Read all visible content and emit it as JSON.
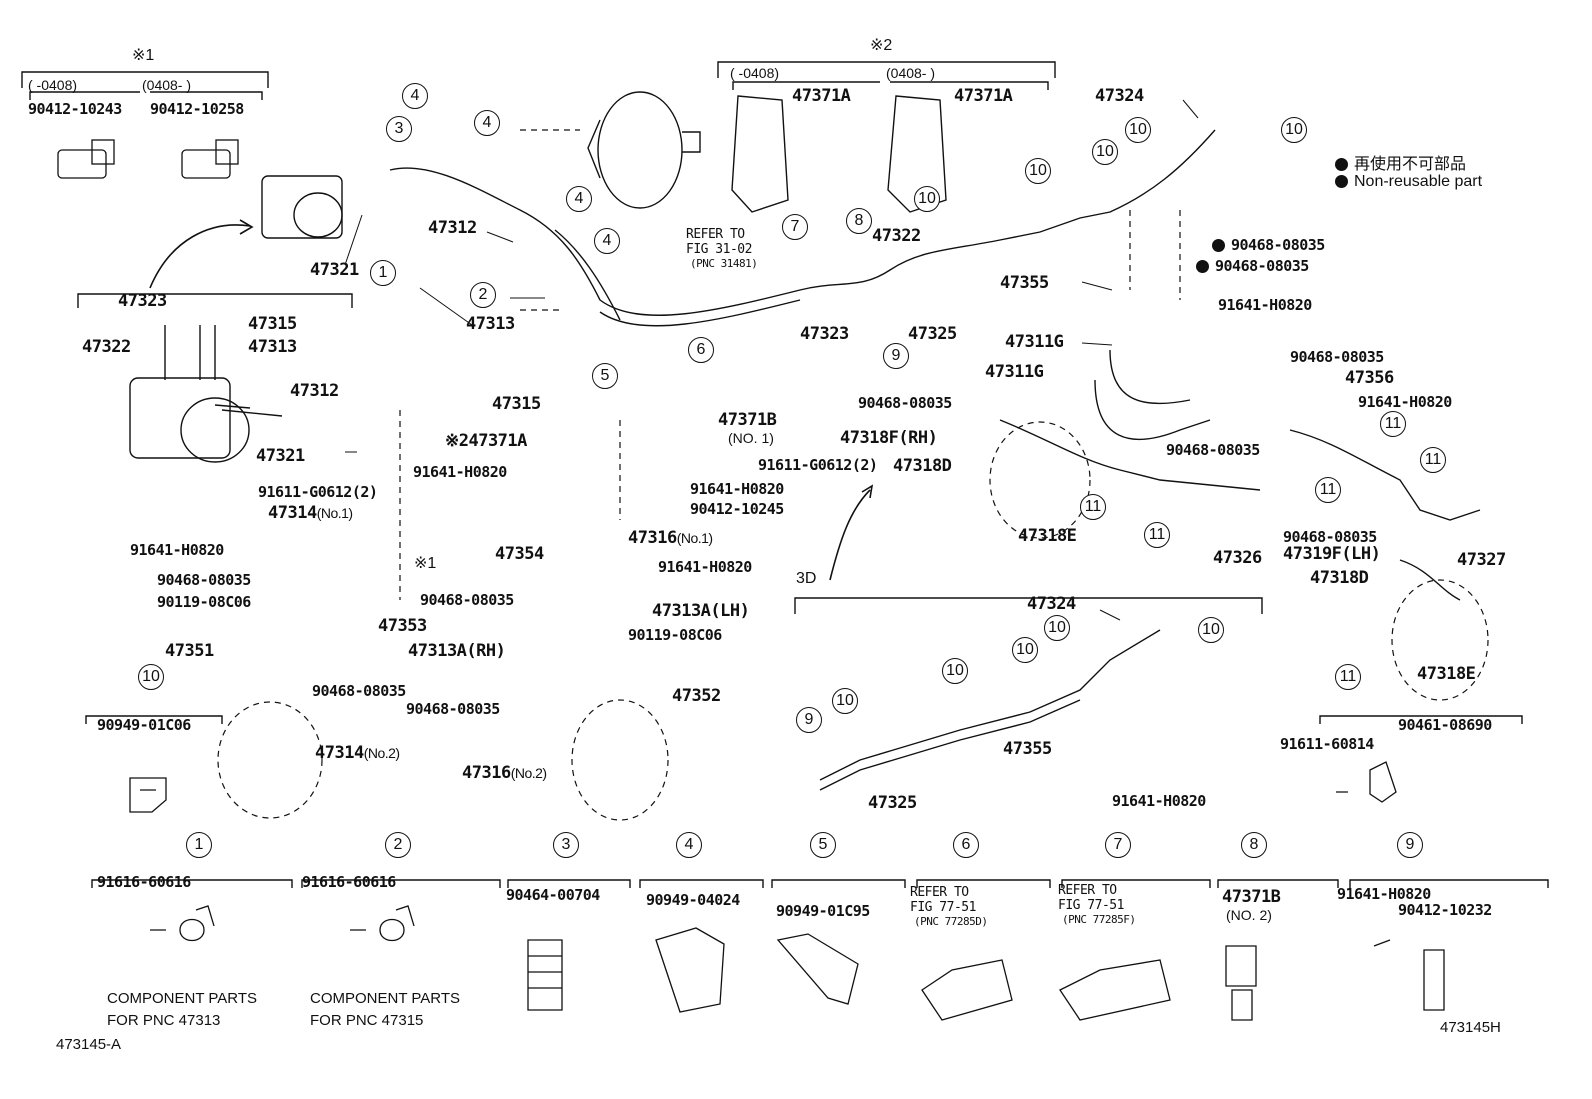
{
  "header": {
    "group1_mark": "※1",
    "group1_before": "(   -0408)",
    "group1_after": "(0408-    )",
    "group1_part_a": "90412-10243",
    "group1_part_b": "90412-10258",
    "group2_mark": "※2",
    "group2_before": "(   -0408)",
    "group2_after": "(0408-    )",
    "group2_part": "47371A"
  },
  "legend": {
    "jp": "再使用不可部品",
    "en": "Non-reusable part"
  },
  "refer": {
    "fig31_l1": "REFER TO",
    "fig31_l2": "FIG 31-02",
    "fig31_l3": "(PNC 31481)",
    "fig77a_l1": "REFER TO",
    "fig77a_l2": "FIG 77-51",
    "fig77a_l3": "(PNC 77285D)",
    "fig77b_l1": "REFER TO",
    "fig77b_l2": "FIG 77-51",
    "fig77b_l3": "(PNC 77285F)"
  },
  "labels": {
    "p47323_box": "47323",
    "p47315_box": "47315",
    "p47322_box": "47322",
    "p47313_box": "47313",
    "p47312_box": "47312",
    "p47321_box": "47321",
    "p47321": "47321",
    "p47312": "47312",
    "p47313": "47313",
    "p47315": "47315",
    "p47322": "47322",
    "p47323": "47323",
    "p47325": "47325",
    "p47324": "47324",
    "p47355": "47355",
    "p47311g_a": "47311G",
    "p47311g_b": "47311G",
    "p47356": "47356",
    "p47318f_rh": "47318F(RH)",
    "p47318d_a": "47318D",
    "p47318e_a": "47318E",
    "p47326": "47326",
    "p47319f_lh": "47319F(LH)",
    "p47327": "47327",
    "p47318d_b": "47318D",
    "p47318e_b": "47318E",
    "p47371a_x2": "※247371A",
    "p91641_a": "91641-H0820",
    "p91611_g_a": "91611-G0612(2)",
    "p47314_no1": "47314",
    "p47314_no1_suffix": "(No.1)",
    "x1_mark": "※1",
    "p91641_b": "91641-H0820",
    "p90468_a": "90468-08035",
    "p90119_a": "90119-08C06",
    "p47353": "47353",
    "p47351": "47351",
    "p47313a_rh": "47313A(RH)",
    "p90468_b": "90468-08035",
    "p47314_no2": "47314",
    "p47314_no2_suffix": "(No.2)",
    "p47371b_no1": "47371B",
    "p47371b_no1_sub": "(NO. 1)",
    "p91611_g_b": "91611-G0612(2)",
    "p91641_c": "91641-H0820",
    "p90412_10245": "90412-10245",
    "p47316_no1": "47316",
    "p47316_no1_suffix": "(No.1)",
    "p47354": "47354",
    "p91641_d": "91641-H0820",
    "p90468_c": "90468-08035",
    "p47313a_lh": "47313A(LH)",
    "p90119_b": "90119-08C06",
    "p47352": "47352",
    "p90468_d": "90468-08035",
    "p47316_no2": "47316",
    "p47316_no2_suffix": "(No.2)",
    "p90468_e": "90468-08035",
    "p90468_f": "90468-08035",
    "p91641_e": "91641-H0820",
    "p90468_g": "90468-08035",
    "p90468_h": "90468-08035",
    "p91641_f": "91641-H0820",
    "p90468_i": "90468-08035",
    "p90468_j": "90468-08035",
    "p3d": "3D",
    "p47324_3d": "47324",
    "p47355_3d": "47355",
    "p47325_3d": "47325",
    "p91641_3d": "91641-H0820"
  },
  "callouts": [
    "1",
    "2",
    "3",
    "4",
    "5",
    "6",
    "7",
    "8",
    "9",
    "10",
    "11"
  ],
  "detail_10": {
    "num": "10",
    "part": "90949-01C06"
  },
  "detail_11": {
    "num": "11",
    "part_a": "90461-08690",
    "part_b": "91611-60814"
  },
  "bottom": [
    {
      "num": "1",
      "part": "91616-60616",
      "note1": "COMPONENT PARTS",
      "note2": "FOR PNC 47313"
    },
    {
      "num": "2",
      "part": "91616-60616",
      "note1": "COMPONENT PARTS",
      "note2": "FOR PNC 47315"
    },
    {
      "num": "3",
      "part": "90464-00704"
    },
    {
      "num": "4",
      "part": "90949-04024"
    },
    {
      "num": "5",
      "part": "90949-01C95"
    },
    {
      "num": "6"
    },
    {
      "num": "7"
    },
    {
      "num": "8",
      "part": "47371B",
      "sub": "(NO. 2)"
    },
    {
      "num": "9",
      "part_a": "91641-H0820",
      "part_b": "90412-10232"
    }
  ],
  "footer": {
    "left_code": "473145-A",
    "right_code": "473145H"
  }
}
